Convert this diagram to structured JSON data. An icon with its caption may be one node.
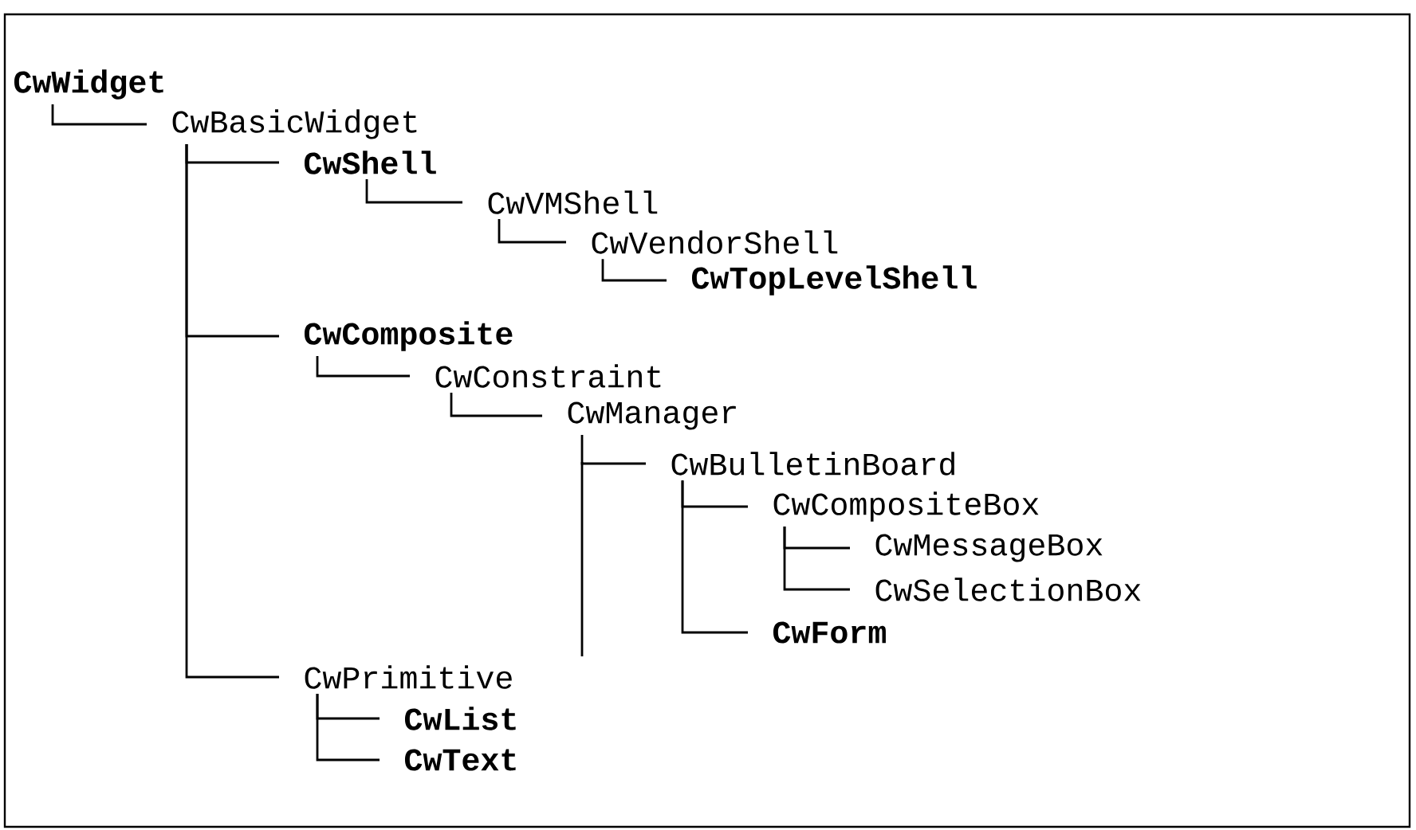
{
  "diagram": {
    "nodes": [
      {
        "text": [
          "CwWidget"
        ]
      },
      {
        "text": [
          "CwBasicWidget"
        ]
      },
      {
        "text": [
          "CwShell"
        ]
      },
      {
        "text": [
          "CwVMShell"
        ]
      },
      {
        "text": [
          "CwVendorShell"
        ]
      },
      {
        "text": [
          "CwTopLevelShell"
        ]
      },
      {
        "text": [
          "CwComposite"
        ]
      },
      {
        "text": [
          "CwConstraint"
        ]
      },
      {
        "text": [
          "CwManager"
        ]
      },
      {
        "text": [
          "CwBulletinBoard"
        ]
      },
      {
        "text": [
          "CwCompositeBox"
        ]
      },
      {
        "text": [
          "CwMessageBox"
        ]
      },
      {
        "text": [
          "CwSelectionBox"
        ]
      },
      {
        "text": [
          "CwForm"
        ]
      },
      {
        "text": [
          "CwPrimitive"
        ]
      },
      {
        "text": [
          "CwList"
        ]
      },
      {
        "text": [
          "CwText"
        ]
      }
    ],
    "edges": [
      {
        "from": 0,
        "to": 1,
        "arrow": "none"
      },
      {
        "from": 1,
        "to": 2,
        "arrow": "none"
      },
      {
        "from": 2,
        "to": 3,
        "arrow": "none"
      },
      {
        "from": 3,
        "to": 4,
        "arrow": "none"
      },
      {
        "from": 4,
        "to": 5,
        "arrow": "none"
      },
      {
        "from": 1,
        "to": 6,
        "arrow": "none"
      },
      {
        "from": 6,
        "to": 7,
        "arrow": "none"
      },
      {
        "from": 7,
        "to": 8,
        "arrow": "none"
      },
      {
        "from": 8,
        "to": 9,
        "arrow": "none"
      },
      {
        "from": 9,
        "to": 10,
        "arrow": "none"
      },
      {
        "from": 10,
        "to": 11,
        "arrow": "none"
      },
      {
        "from": 10,
        "to": 12,
        "arrow": "none"
      },
      {
        "from": 9,
        "to": 13,
        "arrow": "none"
      },
      {
        "from": 1,
        "to": 14,
        "arrow": "none"
      },
      {
        "from": 14,
        "to": 15,
        "arrow": "none"
      },
      {
        "from": 14,
        "to": 16,
        "arrow": "none"
      }
    ]
  }
}
